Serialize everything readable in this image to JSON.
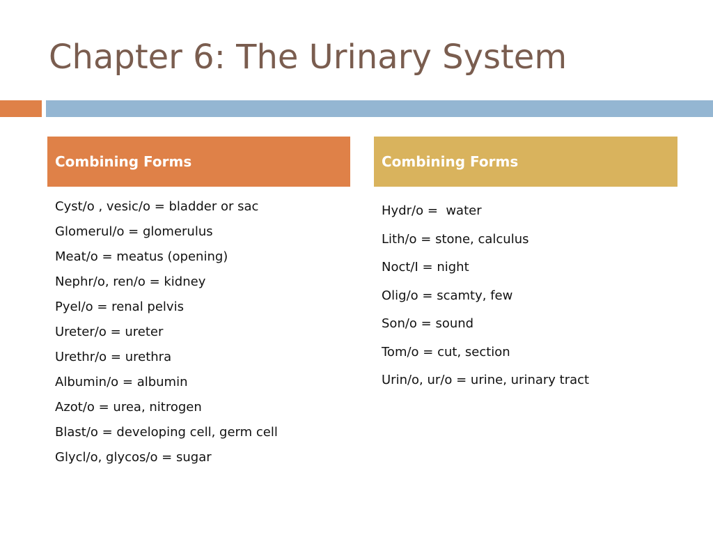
{
  "slide": {
    "title": "Chapter 6: The Urinary System"
  },
  "left_column": {
    "header": "Combining Forms",
    "items": [
      "Cyst/o , vesic/o = bladder or sac",
      "Glomerul/o = glomerulus",
      "Meat/o = meatus (opening)",
      "Nephr/o, ren/o = kidney",
      "Pyel/o = renal pelvis",
      "Ureter/o = ureter",
      "Urethr/o = urethra",
      "Albumin/o = albumin",
      "Azot/o = urea, nitrogen",
      "Blast/o = developing cell, germ cell",
      "Glycl/o, glycos/o = sugar"
    ]
  },
  "right_column": {
    "header": "Combining Forms",
    "items": [
      "Hydr/o =  water",
      "Lith/o = stone, calculus",
      "Noct/I = night",
      "Olig/o = scamty, few",
      "Son/o = sound",
      "Tom/o = cut, section",
      "Urin/o, ur/o = urine, urinary tract"
    ]
  },
  "colors": {
    "title": "#7a5d4f",
    "accent_orange": "#df8148",
    "accent_blue": "#94b6d2",
    "header_gold": "#d9b35d"
  }
}
